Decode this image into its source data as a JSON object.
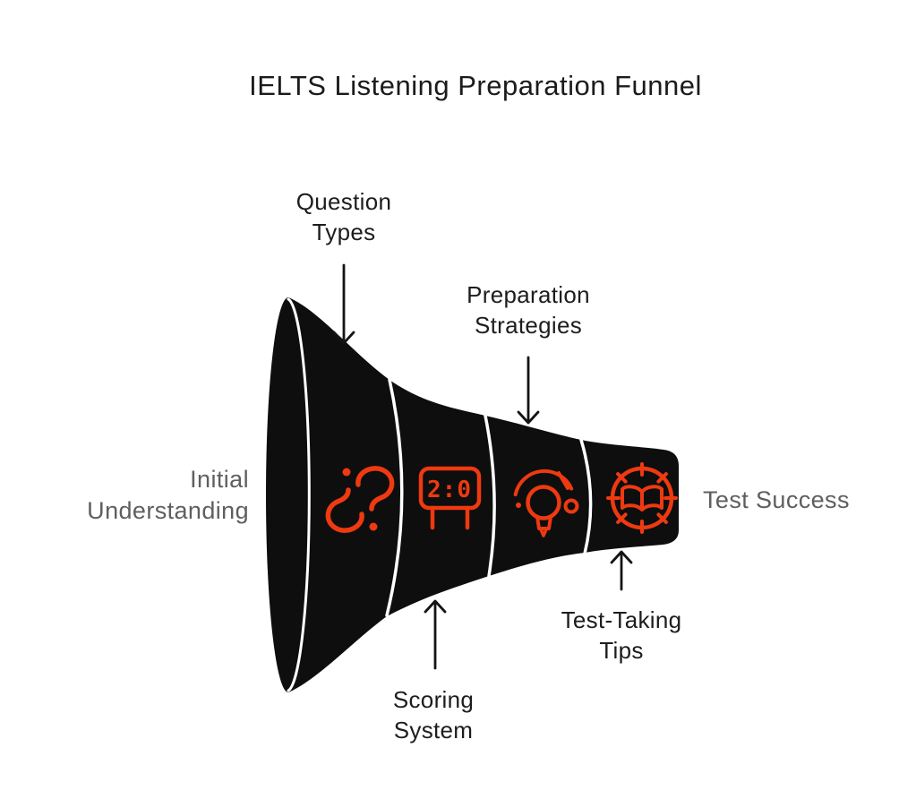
{
  "title": "IELTS Listening Preparation Funnel",
  "colors": {
    "funnel_fill": "#0e0e0e",
    "accent": "#ee3911",
    "divider": "#ffffff",
    "callout_text": "#1d1d1d",
    "side_text": "#5f5f5f",
    "background": "#ffffff"
  },
  "funnel": {
    "entry_label": {
      "lines": [
        "Initial",
        "Understanding"
      ]
    },
    "exit_label": "Test Success",
    "stages": [
      {
        "name": "question-types",
        "label_lines": [
          "Question",
          "Types"
        ],
        "callout_position": "top",
        "icon": "question-marks-icon"
      },
      {
        "name": "scoring-system",
        "label_lines": [
          "Scoring",
          "System"
        ],
        "callout_position": "bottom",
        "icon": "scoreboard-icon",
        "scoreboard_value": "2:0"
      },
      {
        "name": "preparation-strategies",
        "label_lines": [
          "Preparation",
          "Strategies"
        ],
        "callout_position": "top",
        "icon": "lightbulb-gauge-icon"
      },
      {
        "name": "test-taking-tips",
        "label_lines": [
          "Test-Taking",
          "Tips"
        ],
        "callout_position": "bottom",
        "icon": "book-compass-icon"
      }
    ]
  }
}
